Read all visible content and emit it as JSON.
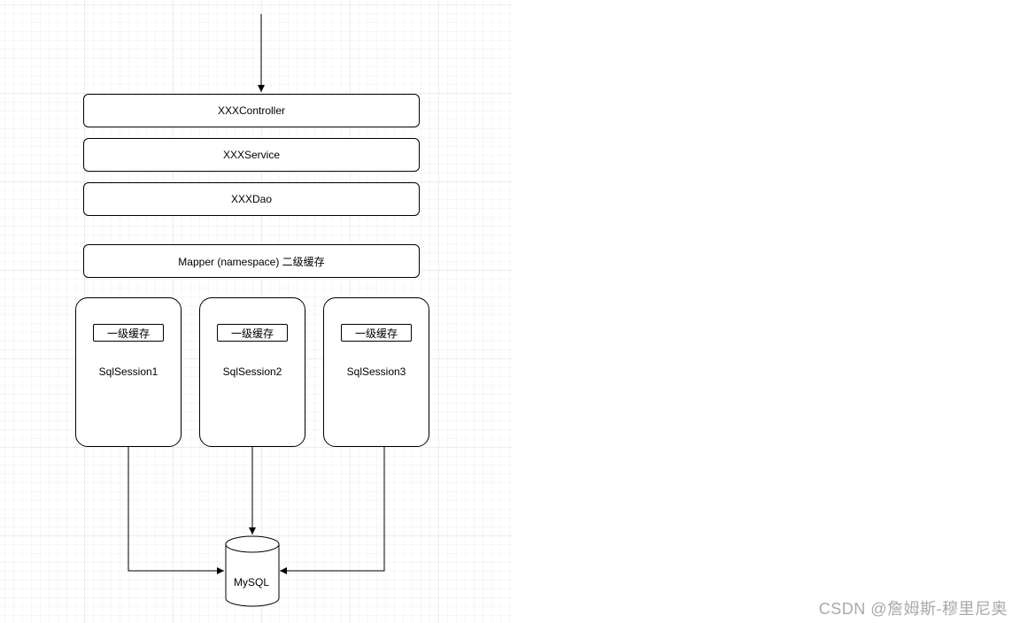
{
  "layers": [
    {
      "id": "controller",
      "label": "XXXController"
    },
    {
      "id": "service",
      "label": "XXXService"
    },
    {
      "id": "dao",
      "label": "XXXDao"
    },
    {
      "id": "mapper",
      "label": "Mapper (namespace) 二级缓存"
    }
  ],
  "sessions": [
    {
      "cache_label": "一级缓存",
      "name": "SqlSession1"
    },
    {
      "cache_label": "一级缓存",
      "name": "SqlSession2"
    },
    {
      "cache_label": "一级缓存",
      "name": "SqlSession3"
    }
  ],
  "database": {
    "label": "MySQL"
  },
  "watermark": "CSDN @詹姆斯-穆里尼奥"
}
